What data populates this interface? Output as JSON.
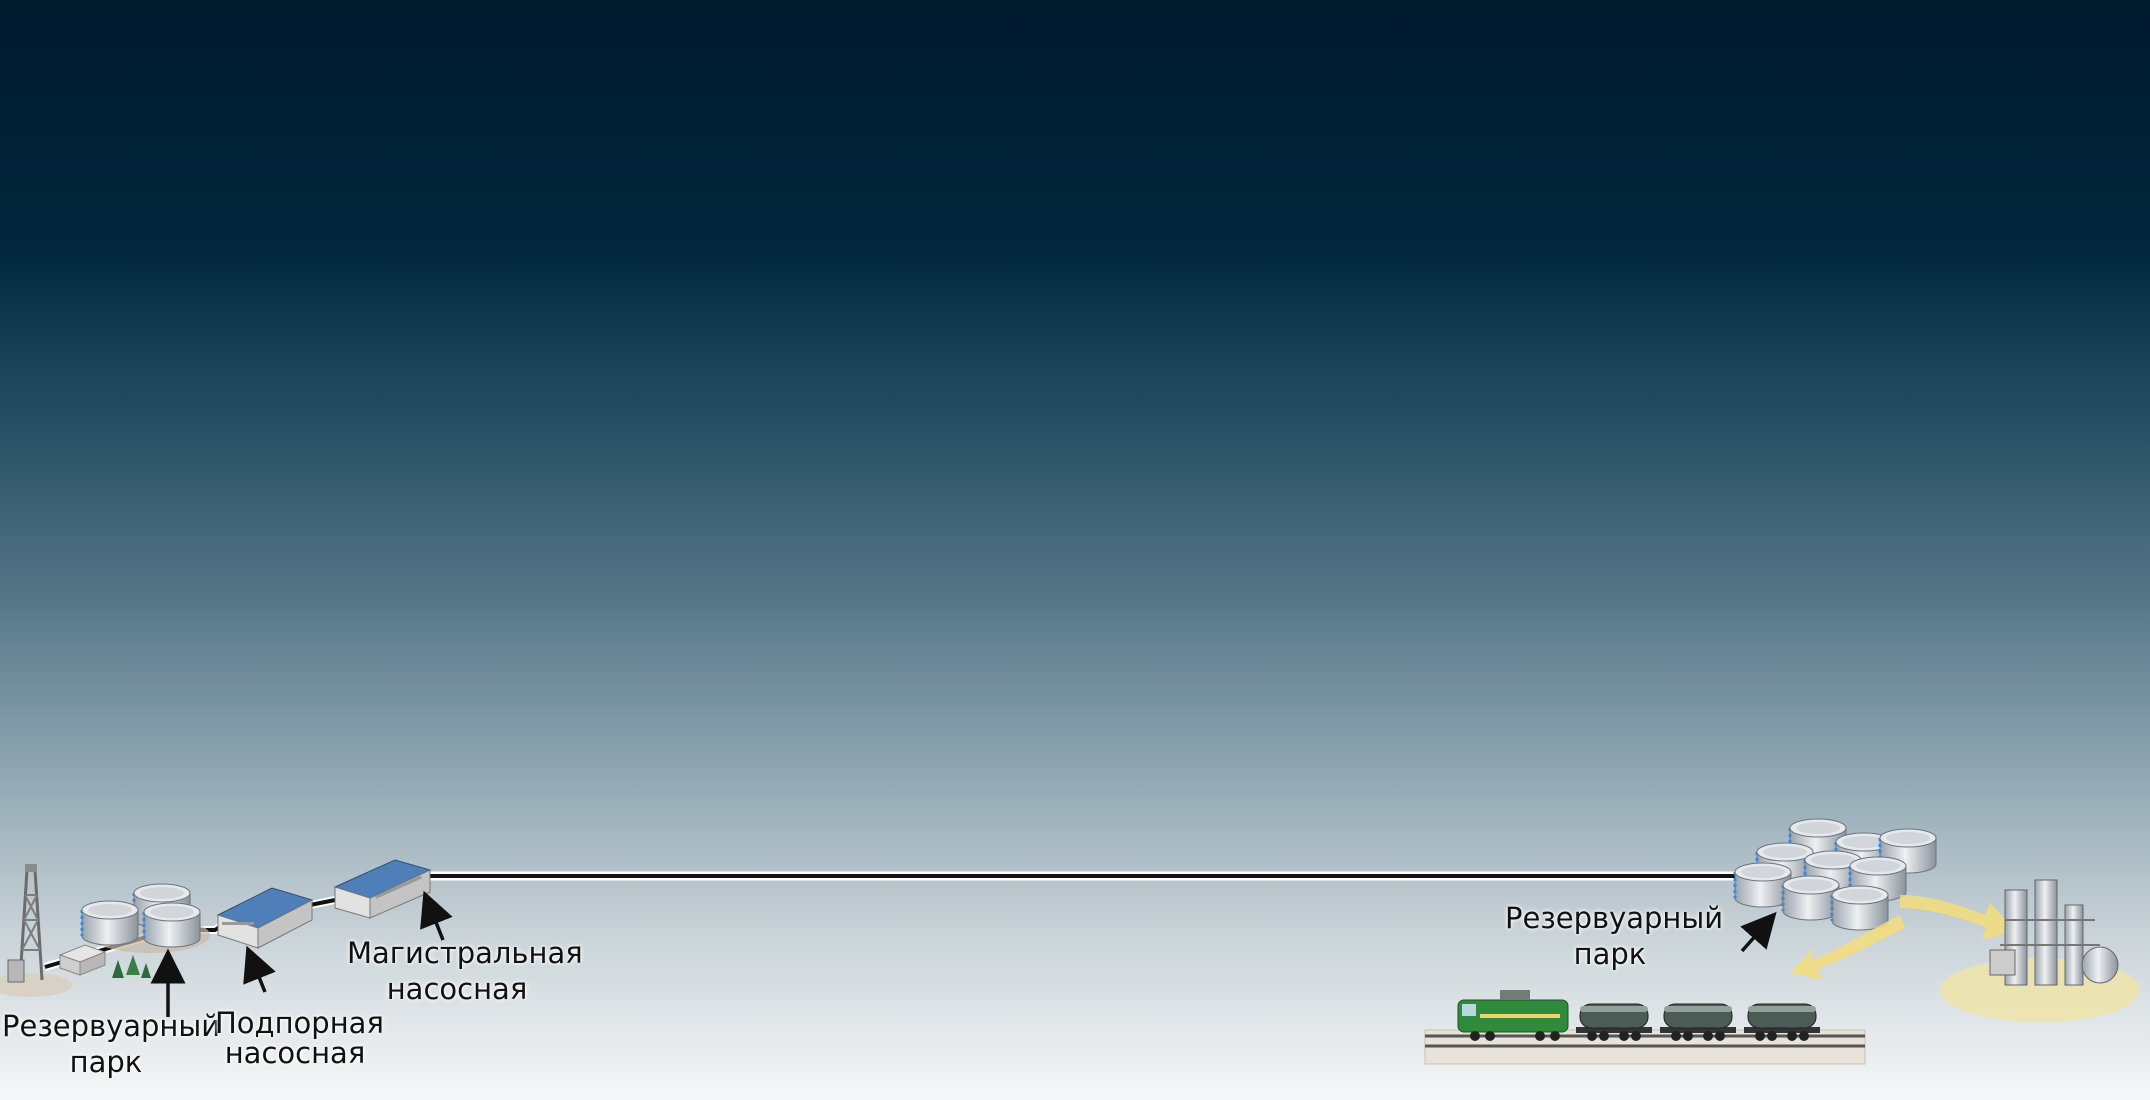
{
  "colors": {
    "pipeline": "#111111",
    "pipeline_glow": "#ffffff",
    "tank_body": "#c9cdd2",
    "roof_blue": "#4f7fb8",
    "locomotive": "#2f8a3c",
    "flow_arrow": "#f3dd7a"
  },
  "labels": {
    "reservoir_left": [
      "Резервуарный",
      "парк"
    ],
    "booster": [
      "Подпорная",
      "насосная"
    ],
    "main_pump": [
      "Магистральная",
      "насосная"
    ],
    "reservoir_right": [
      "Резервуарный",
      "парк"
    ]
  },
  "icons": [
    "oil-derrick-icon",
    "oil-tank-icon",
    "pump-station-icon",
    "tree-icon",
    "locomotive-icon",
    "tank-car-icon",
    "refinery-icon"
  ]
}
